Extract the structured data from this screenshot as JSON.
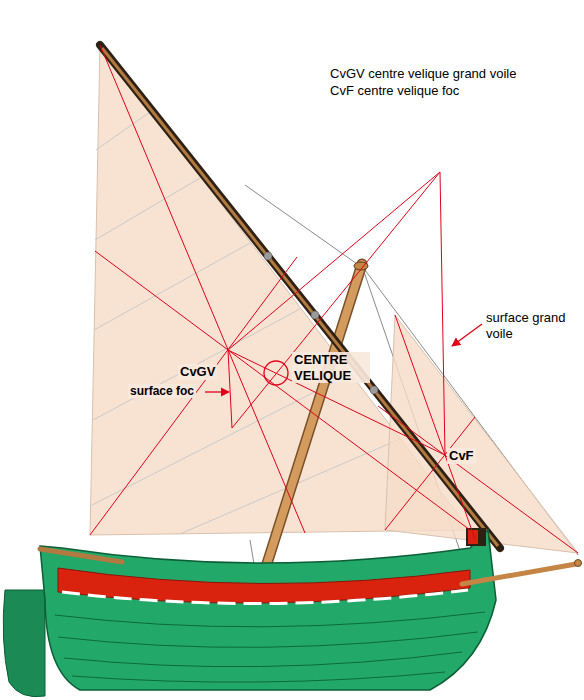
{
  "diagram": {
    "labels": [
      "CvGV centre velique grand voile",
      "CvF centre velique foc",
      "CvGV",
      "CENTRE VELIQUE",
      "surface foc",
      "surface grand voile",
      "CvF"
    ]
  }
}
